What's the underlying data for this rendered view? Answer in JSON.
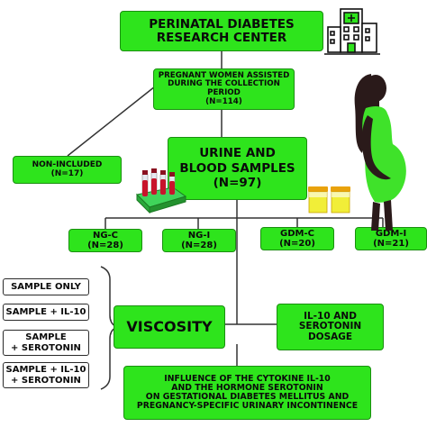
{
  "center": {
    "line1": "PERINATAL DIABETES",
    "line2": "RESEARCH CENTER"
  },
  "pregnant": {
    "line1": "PREGNANT WOMEN ASSISTED",
    "line2": "DURING THE COLLECTION PERIOD",
    "line3": "(N=114)"
  },
  "non_included": {
    "line1": "NON-INCLUDED",
    "line2": "(N=17)"
  },
  "samples": {
    "line1": "URINE AND",
    "line2": "BLOOD SAMPLES",
    "line3": "(N=97)"
  },
  "groups": [
    {
      "label": "NG-C",
      "n": "(N=28)"
    },
    {
      "label": "NG-I",
      "n": "(N=28)"
    },
    {
      "label": "GDM-C",
      "n": "(N=20)"
    },
    {
      "label": "GDM-I",
      "n": "(N=21)"
    }
  ],
  "conditions": [
    {
      "line1": "SAMPLE ONLY",
      "line2": ""
    },
    {
      "line1": "SAMPLE + IL-10",
      "line2": ""
    },
    {
      "line1": "SAMPLE",
      "line2": "+ SEROTONIN"
    },
    {
      "line1": "SAMPLE + IL-10",
      "line2": "+ SEROTONIN"
    }
  ],
  "viscosity": "VISCOSITY",
  "dosage": {
    "line1": "IL-10 AND",
    "line2": "SEROTONIN",
    "line3": "DOSAGE"
  },
  "conclusion": {
    "line1": "INFLUENCE OF THE CYTOKINE IL-10",
    "line2": "AND THE HORMONE SEROTONIN",
    "line3": "ON GESTATIONAL DIABETES MELLITUS AND",
    "line4": "PREGNANCY-SPECIFIC URINARY INCONTINENCE"
  },
  "icons": [
    "hospital-icon",
    "pregnant-woman-icon",
    "blood-tubes-icon",
    "urine-cups-icon"
  ],
  "colors": {
    "box_green": "#2ee41c",
    "border_green": "#1a8f10",
    "line": "#333333",
    "woman_skin": "#2a1a1a",
    "woman_dress": "#3fe22a"
  }
}
